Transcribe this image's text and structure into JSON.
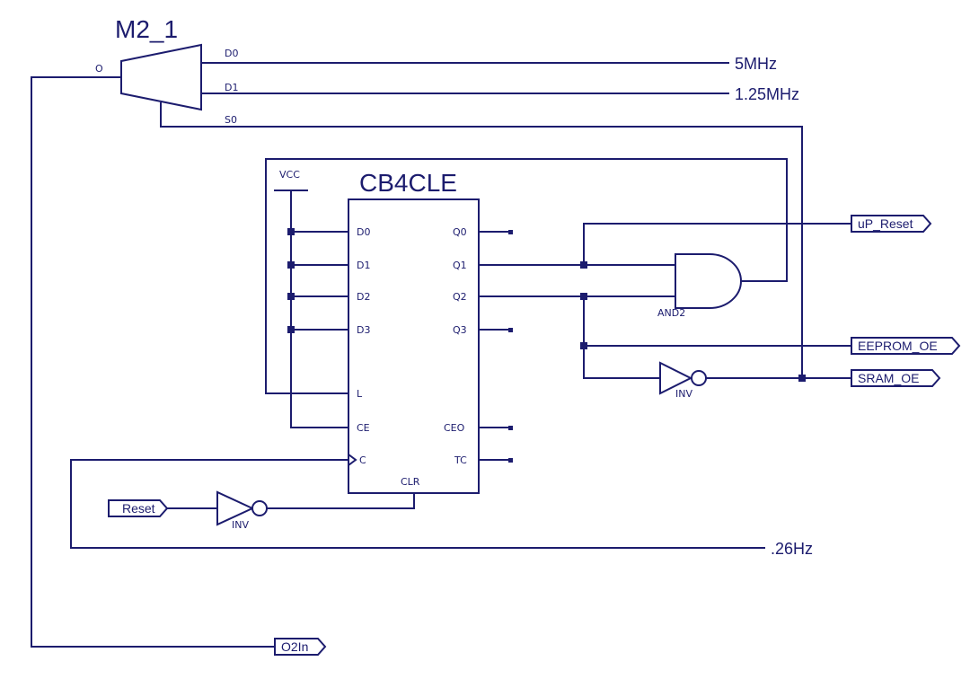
{
  "mux": {
    "name": "M2_1",
    "pins": {
      "out": "O",
      "d0": "D0",
      "d1": "D1",
      "s0": "S0"
    }
  },
  "counter": {
    "name": "CB4CLE",
    "inputs": {
      "d0": "D0",
      "d1": "D1",
      "d2": "D2",
      "d3": "D3",
      "l": "L",
      "ce": "CE",
      "c": "C"
    },
    "outputs": {
      "q0": "Q0",
      "q1": "Q1",
      "q2": "Q2",
      "q3": "Q3",
      "ceo": "CEO",
      "tc": "TC"
    },
    "clr": "CLR"
  },
  "vcc_label": "VCC",
  "and_gate": {
    "label": "AND2"
  },
  "inverters": {
    "top": "INV",
    "bottom": "INV"
  },
  "nets": {
    "d0_freq": "5MHz",
    "d1_freq": "1.25MHz",
    "slow_freq": ".26Hz"
  },
  "ports": {
    "up_reset": "uP_Reset",
    "eeprom_oe": "EEPROM_OE",
    "sram_oe": "SRAM_OE",
    "reset": "Reset",
    "o2in": "O2In"
  },
  "colors": {
    "wire": "#1c1c6e",
    "background": "#ffffff"
  }
}
